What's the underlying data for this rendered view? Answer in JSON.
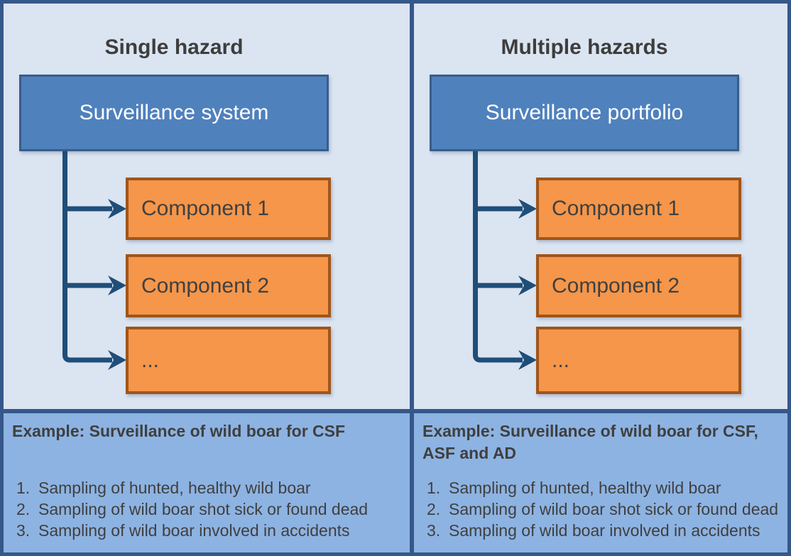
{
  "colors": {
    "frame": "#36578A",
    "panel_bg": "#DBE4F1",
    "example_bg": "#8DB3E2",
    "primary_fill": "#4F81BD",
    "primary_border": "#385D8A",
    "component_fill": "#F5964A",
    "component_border": "#A0551A",
    "connector": "#1F4E79",
    "title_text": "#3D3D3D",
    "body_text": "#3F3F3F",
    "box_text": "#FFFFFF"
  },
  "panels": [
    {
      "title": "Single hazard",
      "root_box": "Surveillance system",
      "components": [
        "Component 1",
        "Component 2",
        "..."
      ],
      "example": {
        "heading": "Example: Surveillance of wild boar for CSF",
        "items": [
          {
            "num": "1.",
            "text": "Sampling of hunted, healthy wild boar"
          },
          {
            "num": "2.",
            "text": "Sampling of wild boar shot sick or found dead"
          },
          {
            "num": "3.",
            "text": "Sampling of wild boar involved in accidents"
          }
        ]
      }
    },
    {
      "title": "Multiple hazards",
      "root_box": "Surveillance portfolio",
      "components": [
        "Component 1",
        "Component 2",
        "..."
      ],
      "example": {
        "heading": "Example: Surveillance of wild boar for CSF, ASF and AD",
        "items": [
          {
            "num": "1.",
            "text": "Sampling of hunted, healthy wild boar"
          },
          {
            "num": "2.",
            "text": "Sampling of wild boar shot sick or found dead"
          },
          {
            "num": "3.",
            "text": "Sampling of wild boar involved in accidents"
          }
        ]
      }
    }
  ]
}
